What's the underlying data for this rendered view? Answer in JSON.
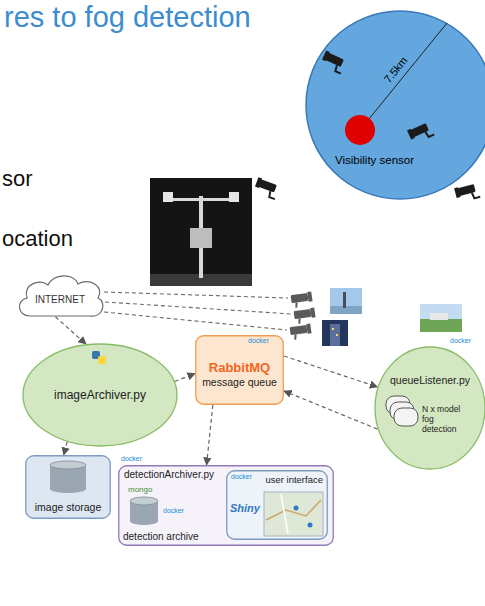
{
  "diagram": {
    "title": "res to fog detection",
    "nodes": [
      {
        "text": [
          "Visibility sensor"
        ]
      },
      {
        "text": [
          "INTERNET"
        ]
      },
      {
        "text": [
          "imageArchiver.py"
        ]
      },
      {
        "text": [
          "RabbitMQ",
          "message queue"
        ]
      },
      {
        "text": [
          "queueListener.py",
          "N x model fog detection"
        ]
      },
      {
        "text": [
          "image storage"
        ]
      },
      {
        "text": [
          "detectionArchiver.py",
          "mongo",
          "detection archive"
        ]
      },
      {
        "text": [
          "Shiny",
          "user interface"
        ],
        "in": 6
      }
    ],
    "edges": [
      {
        "from": 1,
        "to": 2,
        "arrow": "to"
      },
      {
        "from": 2,
        "to": 3,
        "arrow": "to"
      },
      {
        "from": 2,
        "to": 5,
        "arrow": "to"
      },
      {
        "from": 3,
        "to": 4,
        "arrow": "to"
      },
      {
        "from": 4,
        "to": 3,
        "arrow": "to"
      },
      {
        "from": 3,
        "to": 6,
        "arrow": "to"
      }
    ],
    "labels": [
      "sor",
      "ocation",
      "7.5km",
      "docker",
      "docker",
      "docker",
      "docker",
      "docker"
    ]
  }
}
